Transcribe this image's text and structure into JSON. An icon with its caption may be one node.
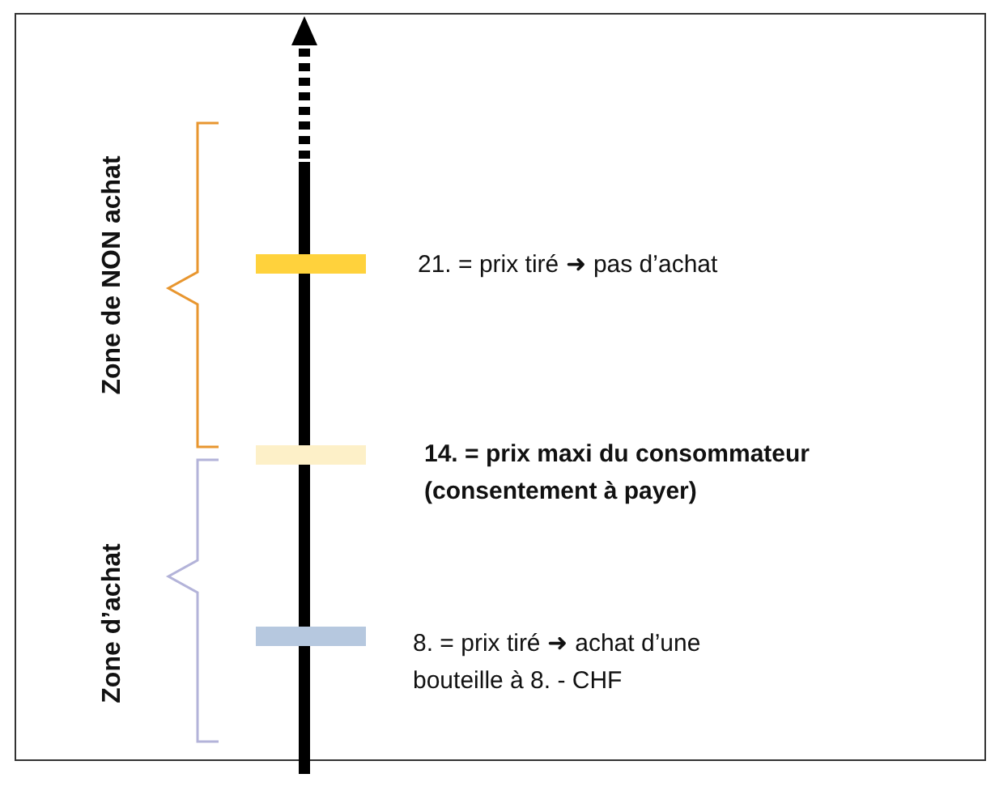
{
  "diagram": {
    "nodes": [
      {
        "text": [],
        "shape": "bar",
        "beside": [
          "21. = prix tiré ➜ pas d’achat"
        ]
      },
      {
        "text": [],
        "shape": "bar",
        "beside": [
          "14. = prix maxi du consommateur (consentement à payer)"
        ]
      },
      {
        "text": [],
        "shape": "bar",
        "beside": [
          "8. = prix tiré ➜ achat d’une bouteille à 8. - CHF"
        ]
      }
    ],
    "labels": [
      "Zone de NON achat",
      "Zone d’achat"
    ]
  }
}
